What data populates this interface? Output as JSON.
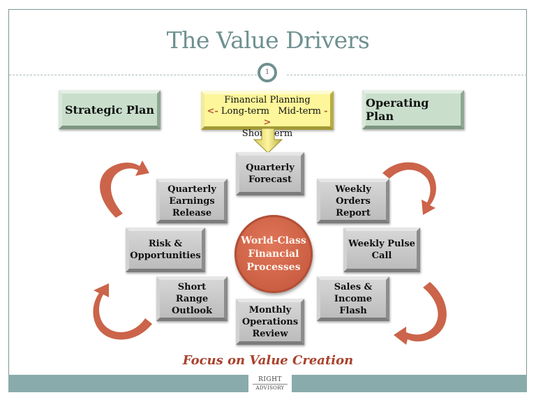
{
  "slide": {
    "title": "The Value Drivers",
    "page_number": "1",
    "tagline": "Focus on Value Creation"
  },
  "plans": {
    "strategic": "Strategic Plan",
    "operating": "Operating Plan"
  },
  "financial_planning": {
    "heading": "Financial Planning",
    "left_arrow": "<-",
    "long_term": "Long-term",
    "mid_term": "Mid-term",
    "right_arrow": "->",
    "short_term": "Short-term"
  },
  "center": {
    "line1": "World-Class",
    "line2": "Financial",
    "line3": "Processes"
  },
  "processes": {
    "quarterly_forecast": [
      "Quarterly",
      "Forecast"
    ],
    "quarterly_earnings": [
      "Quarterly",
      "Earnings",
      "Release"
    ],
    "weekly_orders": [
      "Weekly",
      "Orders",
      "Report"
    ],
    "risk_opps": [
      "Risk  &",
      "Opportunities"
    ],
    "weekly_pulse": [
      "Weekly Pulse",
      "Call"
    ],
    "short_range": [
      "Short",
      "Range",
      "Outlook"
    ],
    "sales_income": [
      "Sales &",
      "Income",
      "Flash"
    ],
    "monthly_ops": [
      "Monthly",
      "Operations",
      "Review"
    ]
  },
  "logo": {
    "line1": "RIGHT",
    "line2": "ADVISORY"
  },
  "colors": {
    "title": "#6f9090",
    "accent_red": "#c95c40",
    "plan_green": "#c9dfcc",
    "fp_yellow": "#fdf69a",
    "box_gray": "#c6c6c6",
    "band": "#8aabab",
    "tagline": "#a8412c"
  }
}
